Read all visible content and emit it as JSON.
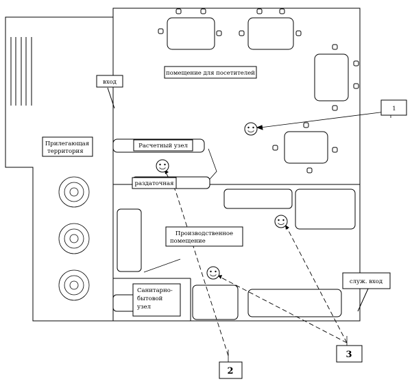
{
  "labels": {
    "vhod": "вход",
    "visitors": "помещение для посетителей",
    "territory_line1": "Прилегающая",
    "territory_line2": "территория",
    "cashier": "Расчетный узел",
    "distribution": "раздаточная",
    "production_line1": "Производственное",
    "production_line2": "помещение",
    "sanitary_line1": "Санитарно-",
    "sanitary_line2": "бытовой",
    "sanitary_line3": "узел",
    "service_entrance": "служ. вход"
  },
  "callouts": {
    "one": "1",
    "two": "2",
    "three": "3"
  }
}
